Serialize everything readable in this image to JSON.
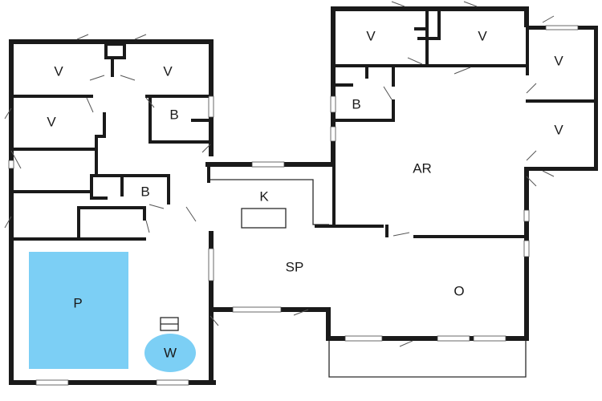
{
  "plan": {
    "colors": {
      "wall": "#1a1a1a",
      "pool": "#7ccff5",
      "whirlpool": "#7ccff5",
      "background": "#ffffff"
    },
    "rooms": {
      "bedroom_1": "V",
      "bedroom_2": "V",
      "bedroom_3": "V",
      "bedroom_4": "V",
      "bedroom_5": "V",
      "bedroom_6": "V",
      "bedroom_7": "V",
      "bathroom_1": "B",
      "bathroom_2": "B",
      "bathroom_3": "B",
      "kitchen": "K",
      "dining": "SP",
      "activity_room": "AR",
      "living": "O",
      "pool": "P",
      "whirlpool": "W"
    }
  }
}
